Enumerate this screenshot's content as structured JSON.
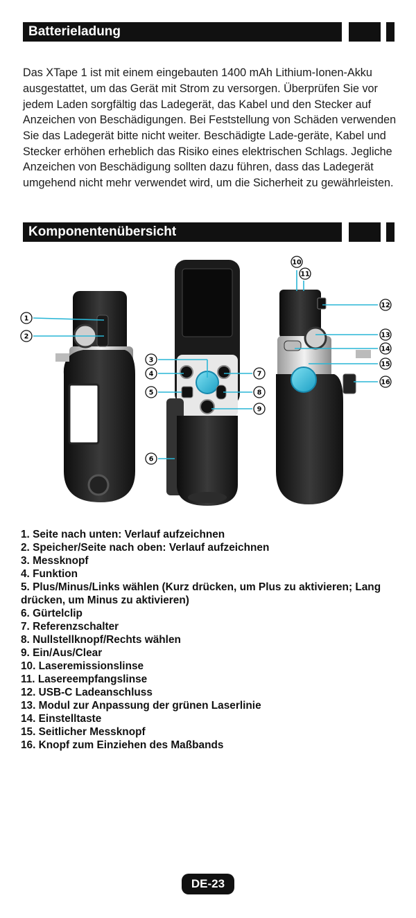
{
  "sections": {
    "battery": {
      "title": "Batterieladung",
      "text": "Das XTape 1 ist mit einem eingebauten 1400 mAh Lithium-Ionen-Akku ausgestattet, um das Gerät mit Strom zu versorgen. Überprüfen Sie vor jedem Laden sorgfältig das Ladegerät, das Kabel und den Stecker auf Anzeichen von Beschädigungen. Bei Feststellung von Schäden verwenden Sie das Ladegerät bitte nicht weiter. Beschädigte Lade-geräte, Kabel und Stecker erhöhen erheblich das Risiko eines elektrischen Schlags. Jegliche Anzeichen von Beschädigung sollten dazu führen, dass das Ladegerät umgehend nicht mehr verwendet wird, um die Sicherheit zu gewährleisten."
    },
    "components": {
      "title": "Komponentenübersicht"
    }
  },
  "callouts": [
    "1",
    "2",
    "3",
    "4",
    "5",
    "6",
    "7",
    "8",
    "9",
    "10",
    "11",
    "12",
    "13",
    "14",
    "15",
    "16"
  ],
  "icons": [
    "device-side-left-illustration",
    "device-front-illustration",
    "device-side-right-illustration"
  ],
  "components_list": [
    "1. Seite nach unten: Verlauf aufzeichnen",
    "2. Speicher/Seite nach oben: Verlauf aufzeichnen",
    "3. Messknopf",
    "4. Funktion",
    "5. Plus/Minus/Links wählen (Kurz drücken, um Plus zu aktivieren; Lang drücken, um Minus zu aktivieren)",
    "6. Gürtelclip",
    "7. Referenzschalter",
    "8. Nullstellknopf/Rechts wählen",
    "9. Ein/Aus/Clear",
    "10. Laseremissionslinse",
    "11. Lasereempfangslinse",
    "12. USB-C Ladeanschluss",
    "13. Modul zur Anpassung der grünen Laserlinie",
    "14. Einstelltaste",
    "15. Seitlicher Messknopf",
    "16. Knopf zum Einziehen des Maßbands"
  ],
  "page_label": "DE-23",
  "colors": {
    "accent": "#29b6d6",
    "dark": "#111111",
    "body": "#2b2b2b"
  }
}
